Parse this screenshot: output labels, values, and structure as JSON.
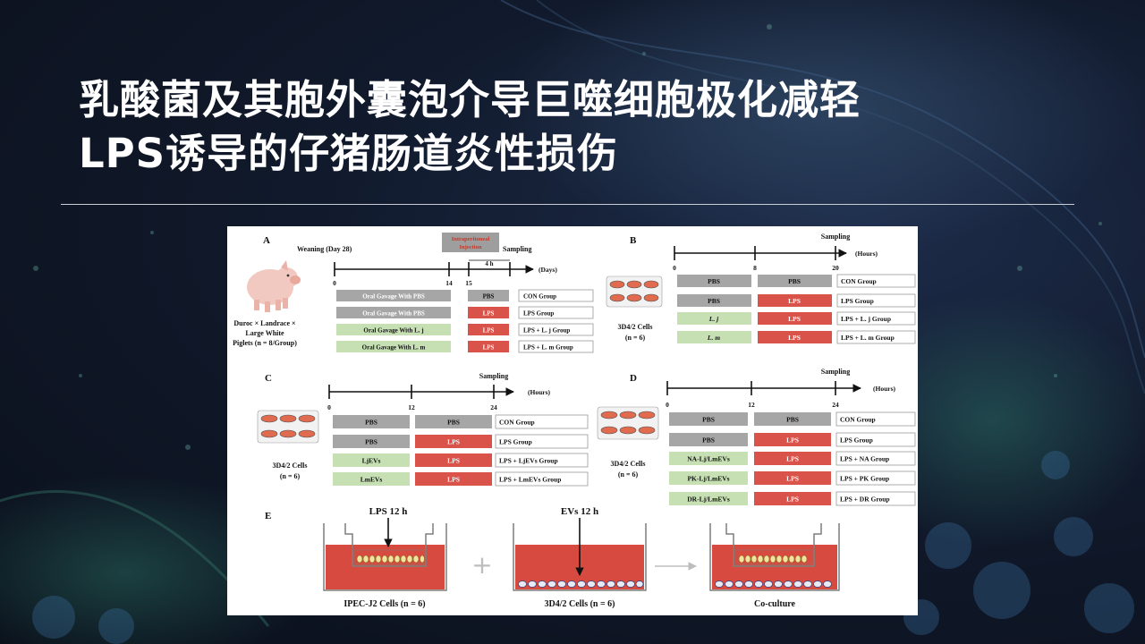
{
  "slide": {
    "title_line1": "乳酸菌及其胞外囊泡介导巨噬细胞极化减轻",
    "title_line2": "LPS诱导的仔猪肠道炎性损伤"
  },
  "colors": {
    "gray": "#a6a6a6",
    "red": "#d9534a",
    "green": "#c6e0b4",
    "medium": "#d64a3f"
  },
  "diagram": {
    "panelA": {
      "letter": "A",
      "weaning": "Weaning (Day 28)",
      "injection_line1": "Intraperitoneal",
      "injection_line2": "Injection",
      "sampling": "Sampling",
      "interval": "4 h",
      "unit": "(Days)",
      "ticks": [
        "0",
        "14",
        "15"
      ],
      "subject_line1": "Duroc × Landrace ×",
      "subject_line2": "Large White",
      "subject_line3": "Piglets (n = 8/Group)",
      "rows": [
        {
          "treat": "Oral Gavage With PBS",
          "challenge": "PBS",
          "group": "CON Group"
        },
        {
          "treat": "Oral Gavage With PBS",
          "challenge": "LPS",
          "group": "LPS Group"
        },
        {
          "treat": "Oral Gavage With L. j",
          "challenge": "LPS",
          "group": "LPS + L. j Group"
        },
        {
          "treat": "Oral Gavage With L. m",
          "challenge": "LPS",
          "group": "LPS + L. m Group"
        }
      ]
    },
    "panelB": {
      "letter": "B",
      "sampling": "Sampling",
      "unit": "(Hours)",
      "ticks": [
        "0",
        "8",
        "20"
      ],
      "cells_line1": "3D4/2 Cells",
      "cells_line2": "(n = 6)",
      "rows": [
        {
          "treat": "PBS",
          "challenge": "PBS",
          "group": "CON Group"
        },
        {
          "treat": "PBS",
          "challenge": "LPS",
          "group": "LPS Group"
        },
        {
          "treat": "L. j",
          "challenge": "LPS",
          "group": "LPS + L. j Group"
        },
        {
          "treat": "L. m",
          "challenge": "LPS",
          "group": "LPS + L. m Group"
        }
      ]
    },
    "panelC": {
      "letter": "C",
      "sampling": "Sampling",
      "unit": "(Hours)",
      "ticks": [
        "0",
        "12",
        "24"
      ],
      "cells_line1": "3D4/2 Cells",
      "cells_line2": "(n = 6)",
      "rows": [
        {
          "treat": "PBS",
          "challenge": "PBS",
          "group": "CON Group"
        },
        {
          "treat": "PBS",
          "challenge": "LPS",
          "group": "LPS Group"
        },
        {
          "treat": "LjEVs",
          "challenge": "LPS",
          "group": "LPS + LjEVs Group"
        },
        {
          "treat": "LmEVs",
          "challenge": "LPS",
          "group": "LPS + LmEVs Group"
        }
      ]
    },
    "panelD": {
      "letter": "D",
      "sampling": "Sampling",
      "unit": "(Hours)",
      "ticks": [
        "0",
        "12",
        "24"
      ],
      "cells_line1": "3D4/2 Cells",
      "cells_line2": "(n = 6)",
      "rows": [
        {
          "treat": "PBS",
          "challenge": "PBS",
          "group": "CON Group"
        },
        {
          "treat": "PBS",
          "challenge": "LPS",
          "group": "LPS Group"
        },
        {
          "treat": "NA-Lj/LmEVs",
          "challenge": "LPS",
          "group": "LPS + NA Group"
        },
        {
          "treat": "PK-Lj/LmEVs",
          "challenge": "LPS",
          "group": "LPS + PK Group"
        },
        {
          "treat": "DR-Lj/LmEVs",
          "challenge": "LPS",
          "group": "LPS + DR Group"
        }
      ]
    },
    "panelE": {
      "letter": "E",
      "lps_label": "LPS 12 h",
      "evs_label": "EVs 12 h",
      "plus": "+",
      "well1_caption": "IPEC-J2 Cells (n = 6)",
      "well2_caption": "3D4/2 Cells (n = 6)",
      "well3_caption": "Co-culture"
    }
  }
}
